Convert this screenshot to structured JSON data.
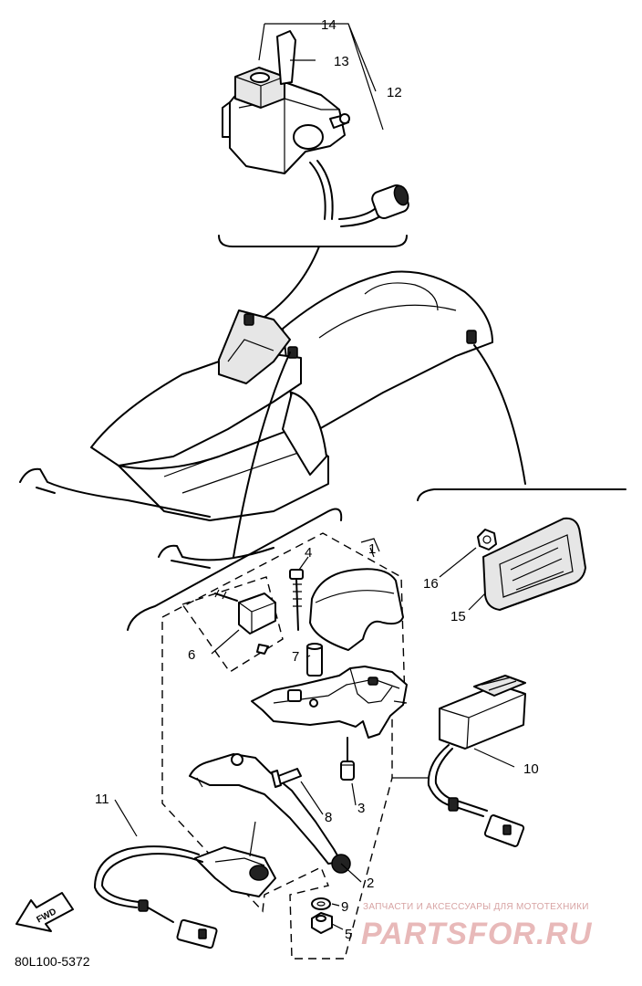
{
  "diagram": {
    "drawing_code": "80L100-5372",
    "find_arrow_label": "FWD",
    "callouts": [
      {
        "id": "c14",
        "label": "14"
      },
      {
        "id": "c13",
        "label": "13"
      },
      {
        "id": "c12",
        "label": "12"
      },
      {
        "id": "c1",
        "label": "1"
      },
      {
        "id": "c4",
        "label": "4"
      },
      {
        "id": "c16",
        "label": "16"
      },
      {
        "id": "c15",
        "label": "15"
      },
      {
        "id": "c6",
        "label": "6"
      },
      {
        "id": "c7",
        "label": "7"
      },
      {
        "id": "c10",
        "label": "10"
      },
      {
        "id": "c11",
        "label": "11"
      },
      {
        "id": "c3",
        "label": "3"
      },
      {
        "id": "c8",
        "label": "8"
      },
      {
        "id": "c2",
        "label": "2"
      },
      {
        "id": "c9",
        "label": "9"
      },
      {
        "id": "c5",
        "label": "5"
      }
    ]
  },
  "watermark": {
    "tagline": "ЗАПЧАСТИ И АКСЕССУАРЫ ДЛЯ МОТОТЕХНИКИ",
    "brand": "PARTSFOR.RU",
    "color": "#e8b9b9"
  }
}
